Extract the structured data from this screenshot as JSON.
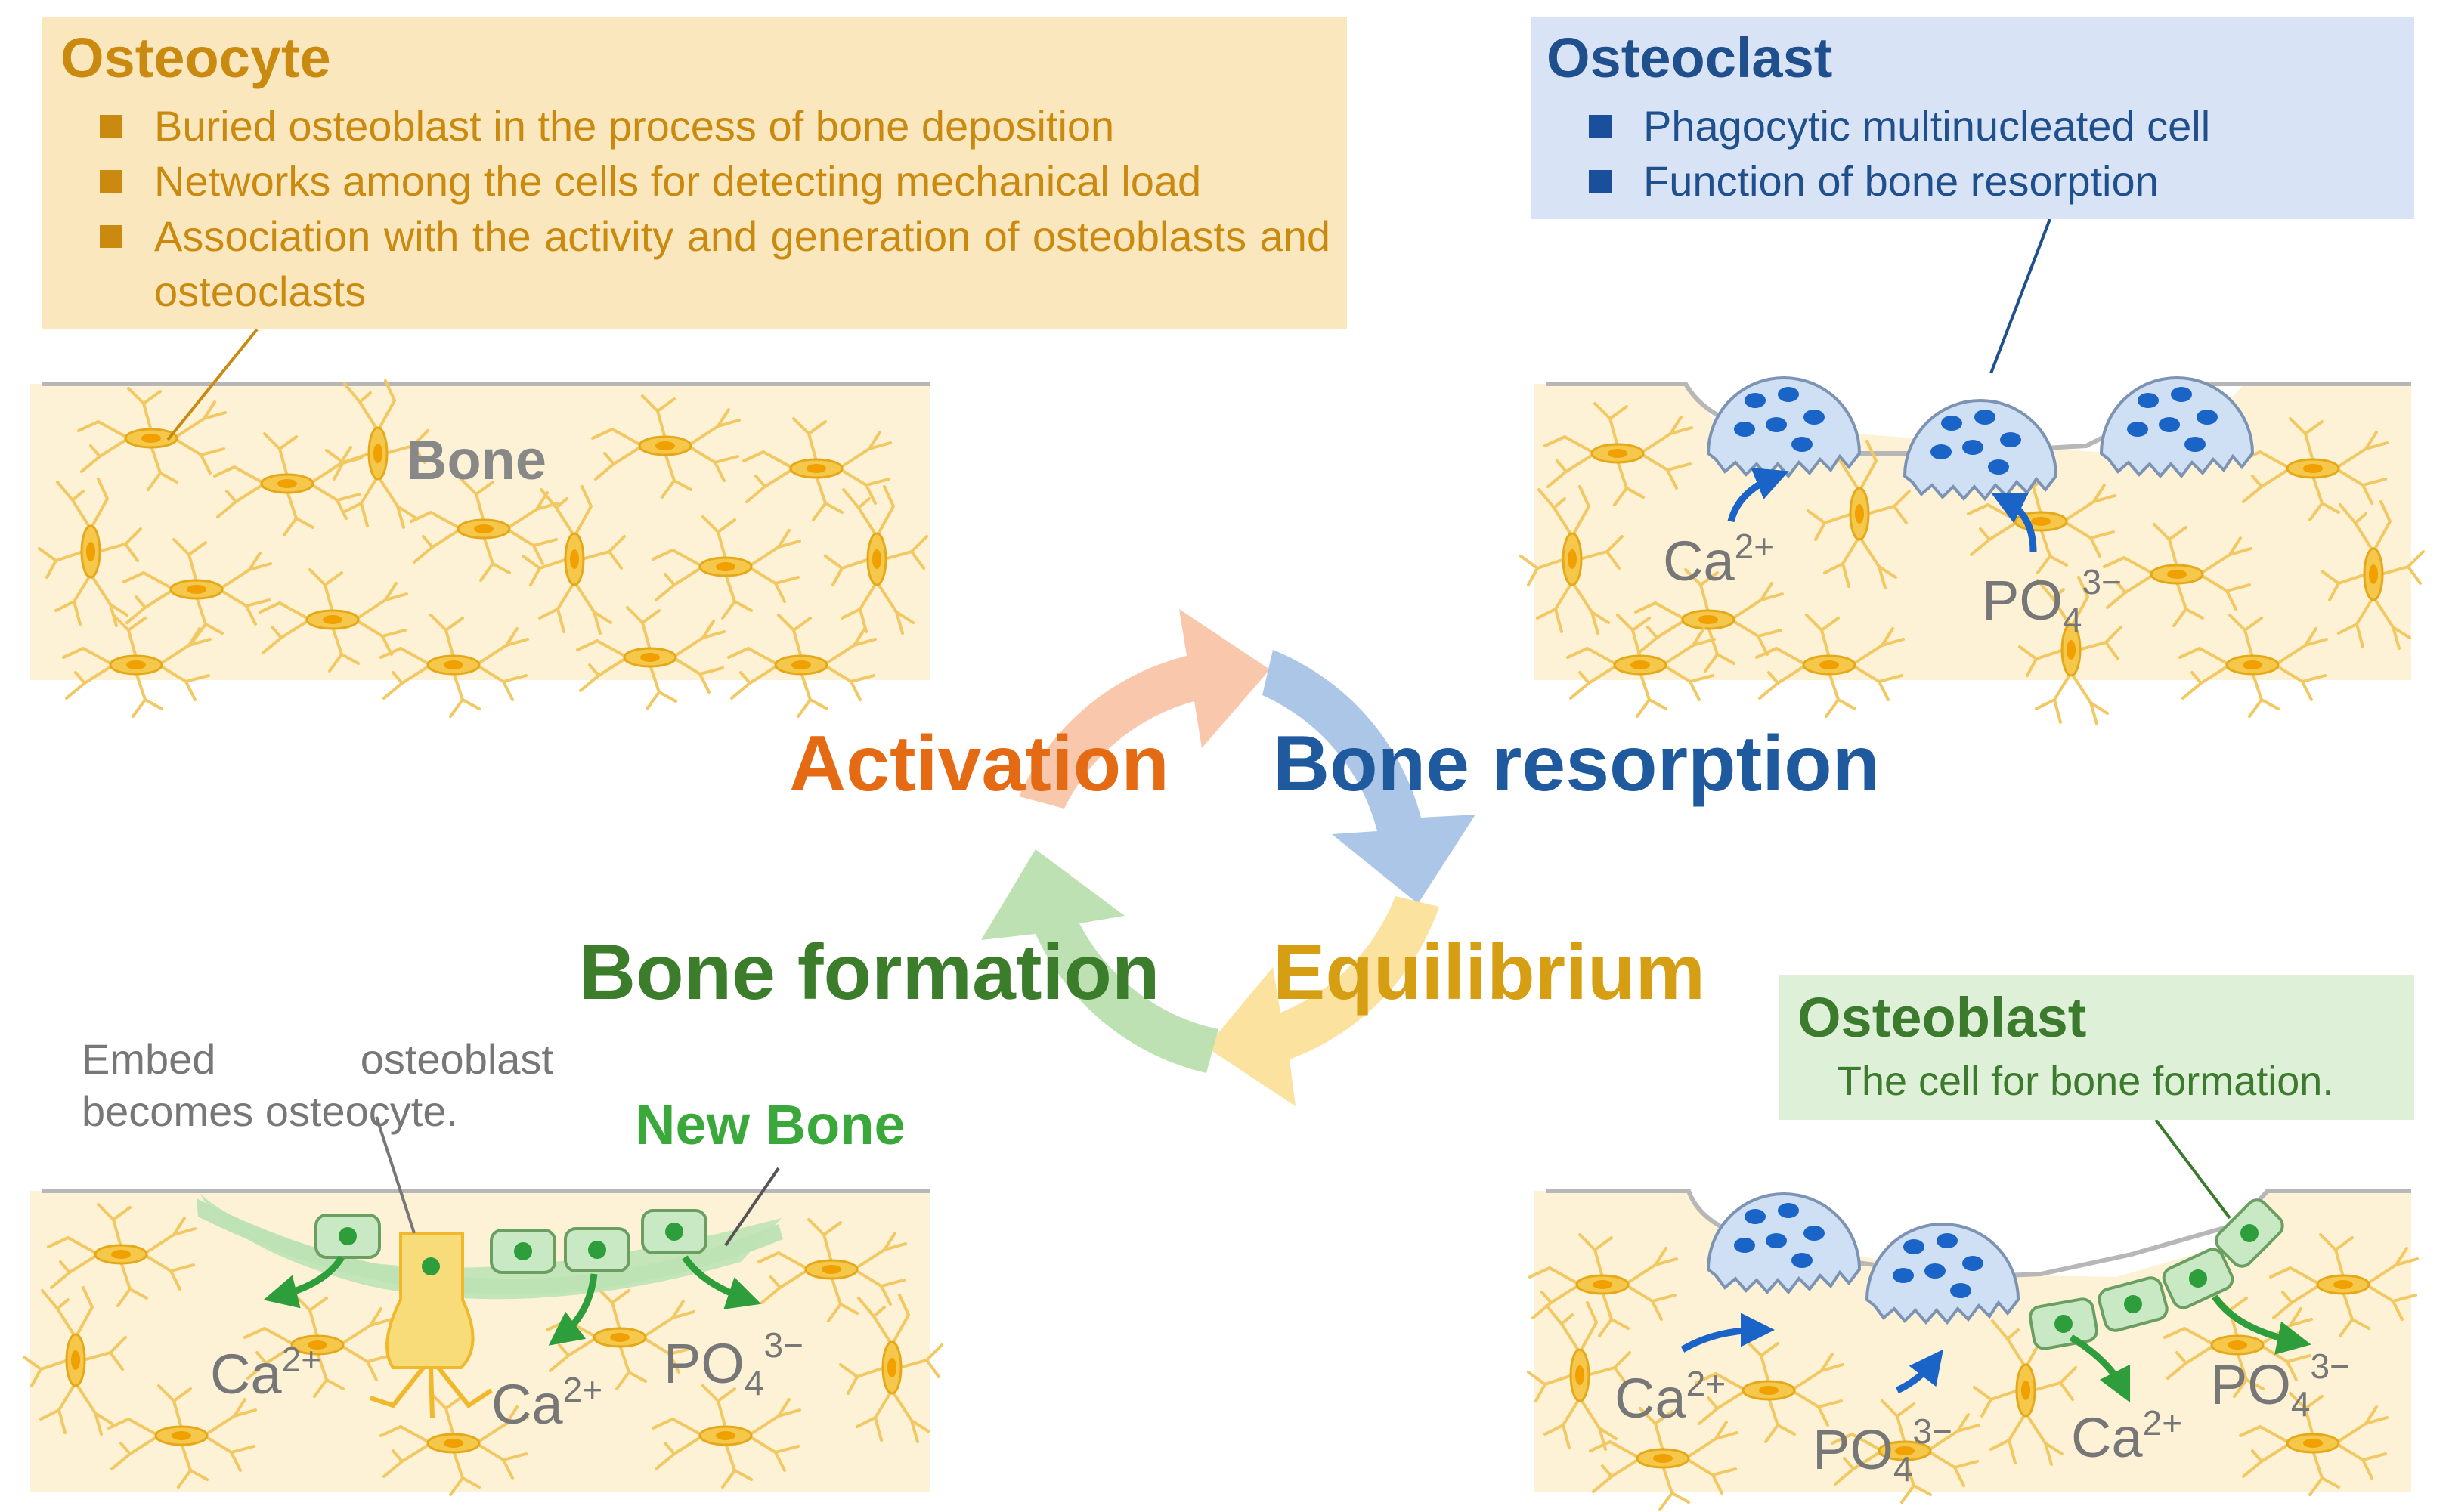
{
  "osteocyte": {
    "title": "Osteocyte",
    "points": [
      "Buried osteoblast in the process of bone deposition",
      "Networks among the cells for detecting mechanical load",
      "Association with the activity and generation of osteoblasts and osteoclasts"
    ]
  },
  "osteoclast": {
    "title": "Osteoclast",
    "points": [
      "Phagocytic multinucleated cell",
      "Function of bone resorption"
    ]
  },
  "osteoblast": {
    "title": "Osteoblast",
    "description": "The cell for bone formation."
  },
  "bone_label": "Bone",
  "phases": {
    "activation": "Activation",
    "resorption": "Bone resorption",
    "formation": "Bone formation",
    "equilibrium": "Equilibrium"
  },
  "embed_note": {
    "line1": "Embed osteoblast",
    "line2": "becomes osteocyte."
  },
  "new_bone": "New Bone",
  "ions": {
    "ca_base": "Ca",
    "ca_charge": "2+",
    "po_base": "PO",
    "po_sub": "4",
    "po_charge": "3−"
  },
  "colors": {
    "activation": "#e46a14",
    "resorption": "#1f5a9e",
    "formation": "#3b7d2b",
    "equilibrium": "#d69e13",
    "bone_fill": "#fdf1d6",
    "cell_network": "#f2c862",
    "osteoclast_fill": "#cfe0f5",
    "osteoclast_nuclei": "#1a64c8",
    "osteoblast_fill": "#c9e9c4",
    "osteoblast_nuclei": "#2e9d3c"
  }
}
